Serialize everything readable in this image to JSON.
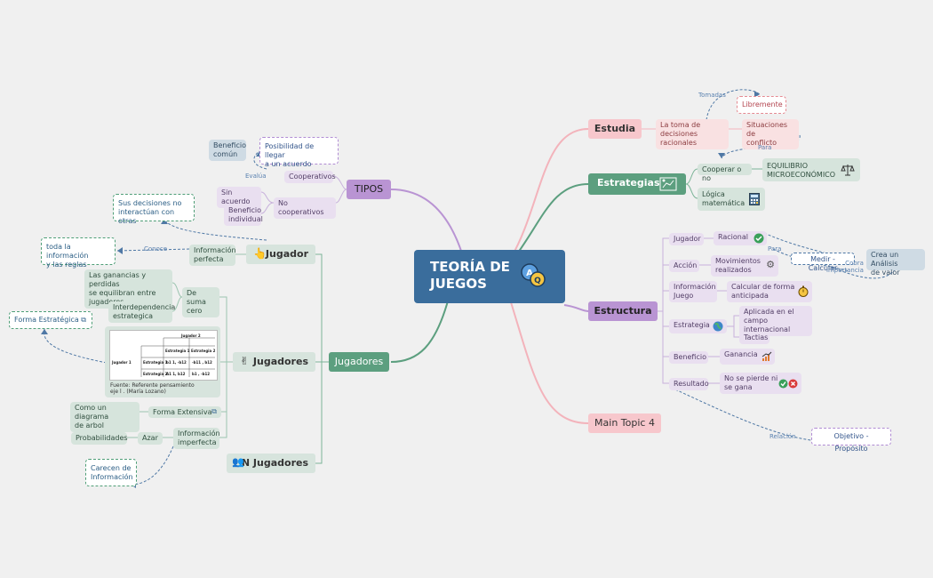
{
  "central": {
    "title": "TEORÍA DE\nJUEGOS",
    "icon": "qa-chat-icon"
  },
  "estudia": {
    "label": "Estudia",
    "child": "La toma de\ndecisiones racionales",
    "sub_child": "Situaciones de\nconflicto",
    "note": "Libremente",
    "rel_tomadas": "Tomadas",
    "rel_para": "Para"
  },
  "estrategias": {
    "label": "Estrategias",
    "icon": "strategy-board-icon",
    "cooperar": "Cooperar o no",
    "equilibrio": "EQUILIBRIO\nMICROECONÓMICO",
    "logica": "Lógica\nmatemática"
  },
  "estructura": {
    "label": "Estructura",
    "jugador": "Jugador",
    "racional": "Racional",
    "accion": "Acción",
    "movimientos": "Movimientos\nrealizados",
    "info_juego": "Información\nJuego",
    "calcular": "Calcular de forma\nanticipada",
    "estrategia": "Estrategia",
    "aplicada": "Aplicada en el\ncampo internacional",
    "tactias": "Tactias",
    "beneficio": "Beneficio",
    "ganancia": "Ganancia",
    "resultado": "Resultado",
    "no_pierde": "No se pierde ni\nse gana",
    "medir": "Medir - Calcular",
    "crea": "Crea un Análisis\nde valor",
    "objetivo": "Objetivo - Propósito",
    "rel_para": "Para",
    "rel_cobra": "Cobra\nimportancia",
    "rel_relacion": "Relación"
  },
  "main_topic_4": "Main Topic 4",
  "tipos": {
    "label": "TIPOS",
    "cooperativos": "Cooperativos",
    "no_cooperativos": "No cooperativos",
    "beneficio_comun": "Beneficio\ncomún",
    "posibilidad": "Posibilidad de llegar\na un acuerdo",
    "sin_acuerdo": "Sin acuerdo",
    "beneficio_individual": "Beneficio\nindividual",
    "rel_evalua": "Evalúa"
  },
  "jugadores_branch": {
    "label": "Jugadores",
    "jugador": "Jugador",
    "info_perfecta": "Información\nperfecta",
    "sus_decisiones": "Sus decisiones no\ninteractúan con otras",
    "toda_info": "toda la información\ny las reglas",
    "rel_conoce": "Conoce",
    "jugadores": "Jugadores",
    "suma_cero": "De suma\ncero",
    "ganancias": "Las ganancias y perdidas\nse equilibran entre\njugadores",
    "interdependencia": "Interdependencia\nestrategica",
    "forma_estrategica": "Forma Estratégica",
    "forma_extensiva": "Forma Extensiva",
    "diagrama": "Como un diagrama\nde arbol",
    "info_imperfecta": "Información\nimperfecta",
    "azar": "Azar",
    "probabilidades": "Probabilidades",
    "carecen": "Carecen de\nInformación",
    "n_jugadores": "N Jugadores",
    "matrix": {
      "title": "Jugador 2",
      "row_label": "Jugador 1",
      "col1": "Estrategia 1",
      "col2": "Estrategia 2",
      "row1": "Estrategia 1",
      "row2": "Estrategia 2",
      "c11": "b1 1, -b12",
      "c12": "-b11 , b12",
      "c21": "A1 1, b12",
      "c22": "b1 , -b12",
      "caption": "Fuente: Referente pensamiento\neje l . (María Lozano)"
    }
  },
  "colors": {
    "central": "#3a6d9c",
    "pink": "#f7c7cc",
    "green": "#5c9f7f",
    "purple": "#b994d3",
    "background": "#f0f0f0"
  }
}
